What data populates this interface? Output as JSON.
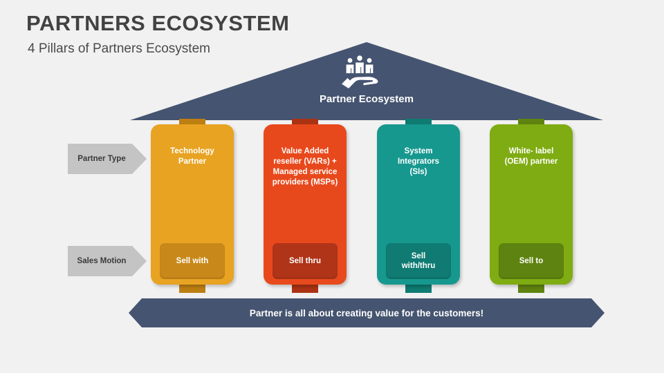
{
  "header": {
    "title": "PARTNERS ECOSYSTEM",
    "subtitle": "4 Pillars of Partners Ecosystem"
  },
  "roof": {
    "label": "Partner Ecosystem",
    "icon": "people-in-hand-icon",
    "color": "#455470"
  },
  "row_labels": [
    {
      "label": "Partner Type",
      "color": "#c4c4c4"
    },
    {
      "label": "Sales Motion",
      "color": "#c4c4c4"
    }
  ],
  "pillars": [
    {
      "title": "Technology\nPartner",
      "title_lines": [
        "Technology",
        "Partner"
      ],
      "motion": "Sell with",
      "motion_lines": [
        "Sell with"
      ],
      "color": "#e8a322",
      "motion_color": "#c8891a",
      "tab_color": "#bd7f12"
    },
    {
      "title": "Value Added reseller (VARs) + Managed service providers (MSPs)",
      "title_lines": [
        "Value Added",
        "reseller (VARs) +",
        "Managed service",
        "providers (MSPs)"
      ],
      "motion": "Sell thru",
      "motion_lines": [
        "Sell thru"
      ],
      "color": "#e8491c",
      "motion_color": "#b03418",
      "tab_color": "#ab3314"
    },
    {
      "title": "System Integrators (SIs)",
      "title_lines": [
        "System",
        "Integrators",
        "(SIs)"
      ],
      "motion": "Sell with/thru",
      "motion_lines": [
        "Sell",
        "with/thru"
      ],
      "color": "#17988f",
      "motion_color": "#0f7b72",
      "tab_color": "#0f7b72"
    },
    {
      "title": "White- label (OEM) partner",
      "title_lines": [
        "White- label",
        "(OEM) partner"
      ],
      "motion": "Sell to",
      "motion_lines": [
        "Sell to"
      ],
      "color": "#7fac12",
      "motion_color": "#5f8310",
      "tab_color": "#5f8310"
    }
  ],
  "banner": {
    "text": "Partner is all about creating value for the customers!",
    "color": "#455470"
  },
  "background_color": "#f1f1f1"
}
